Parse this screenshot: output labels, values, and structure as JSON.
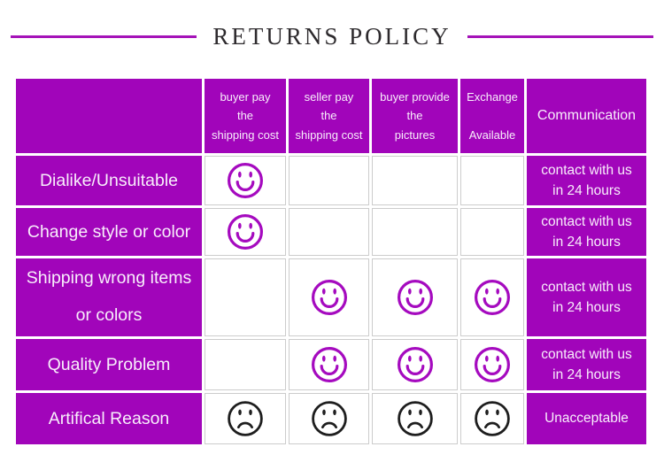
{
  "title": "RETURNS POLICY",
  "table": {
    "column_headers": [
      "",
      "buyer pay\nthe\nshipping cost",
      "seller pay\nthe\nshipping cost",
      "buyer provide\nthe\npictures",
      "Exchange\n\nAvailable",
      "Communication"
    ],
    "rows": [
      {
        "label": "Dialike/Unsuitable",
        "marks": [
          "happy",
          "",
          "",
          ""
        ],
        "communication": "contact with us\nin 24 hours"
      },
      {
        "label": "Change style or color",
        "marks": [
          "happy",
          "",
          "",
          ""
        ],
        "communication": "contact with us\nin 24 hours"
      },
      {
        "label": "Shipping wrong items\nor colors",
        "marks": [
          "",
          "happy",
          "happy",
          "happy"
        ],
        "communication": "contact with us\nin 24 hours"
      },
      {
        "label": "Quality Problem",
        "marks": [
          "",
          "happy",
          "happy",
          "happy"
        ],
        "communication": "contact with us\nin 24 hours"
      },
      {
        "label": "Artifical Reason",
        "marks": [
          "sad",
          "sad",
          "sad",
          "sad"
        ],
        "communication": "Unacceptable"
      }
    ]
  },
  "icons": {
    "happy": "happy-face-icon",
    "sad": "sad-face-icon"
  },
  "colors": {
    "purple": "#A105BA",
    "accent_line": "#A513B8",
    "happy_face": "#A50ABF",
    "sad_face": "#1E1E1E",
    "grid_border": "#CCCCCC",
    "cell_text": "#F8EEFB",
    "title_text": "#2D2A2D"
  }
}
